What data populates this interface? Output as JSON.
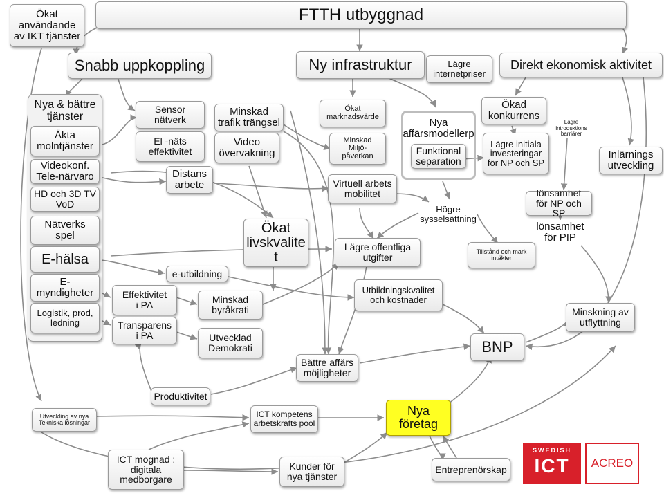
{
  "title": "FTTH utbyggnad",
  "nodes": {
    "okat_anvandande": "Ökat\nanvändande\nav IKT tjänster",
    "snabb_uppkoppling": "Snabb uppkoppling",
    "ny_infrastruktur": "Ny infrastruktur",
    "lagre_internetpriser": "Lägre\ninternetpriser",
    "direkt_ekonomisk": "Direkt ekonomisk aktivitet",
    "nya_battre_tjanster": "Nya & bättre\ntjänster",
    "akta_molntjanster": "Äkta\nmolntjänster",
    "videokonf": "Videokonf.\nTele-närvaro",
    "hd_3d_tv": "HD och 3D TV\nVoD",
    "natverks_spel": "Nätverks\nspel",
    "e_halsa": "E-hälsa",
    "e_myndigheter": "E-\nmyndigheter",
    "logistik": "Logistik, prod,\nledning",
    "sensor_natet": "Sensor\nnätverk",
    "el_nats": "El -näts\neffektivitet",
    "distans_arbete": "Distans\narbete",
    "minskad_trafik": "Minskad\ntrafik trängsel",
    "video_overvakning": "Video\növervakning",
    "okat_livskvalitet": "Ökat\nlivskvalite\nt",
    "e_utbildning": "e-utbildning",
    "effektivitet_pa": "Effektivitet\ni PA",
    "transparens_pa": "Transparens\ni PA",
    "minskad_byrakrati": "Minskad\nbyråkrati",
    "utvecklad_demokrati": "Utvecklad\nDemokrati",
    "okat_marknadsvarde": "Ökat\nmarknadsvärde",
    "minskad_miljo": "Minskad\nMiljö-\npåverkan",
    "virtuell_arbets": "Virtuell arbets\nmobilitet",
    "lagre_offentliga": "Lägre offentliga\nutgifter",
    "utbildningskvalitet": "Utbildningskvalitet\noch kostnader",
    "battre_affars": "Bättre affärs\nmöjligheter",
    "nya_affarsmodeller": "Nya\naffärsmodellerp",
    "funktional_separation": "Funktional\nseparation",
    "hogre_sysselsattning": "Högre\nsysselsättning",
    "okad_konkurrens": "Ökad\nkonkurrens",
    "lagre_initiala": "Lägre initiala\ninvesteringar\nför NP och SP",
    "lagre_introduktions": "Lägre\nintroduktions\nbarriärer",
    "lonsamhet_np_sp": "lönsamhet\nför NP och SP",
    "lonsamhet_pip": "lönsamhet\nför PIP",
    "tillstand": "Tillstånd och mark\nintäkter",
    "inlarnings": "Inlärnings\nutveckling",
    "minskning_utflyttning": "Minskning av\nutflyttning",
    "bnp": "BNP",
    "produktivitet": "Produktivitet",
    "utveckling_tekniska": "Utveckling av  nya\nTekniska lösningar",
    "ict_kompetens": "ICT kompetens\narbetskrafts pool",
    "nya_foretag": "Nya\nföretag",
    "ict_mognad": "ICT mognad :\ndigitala\nmedborgare",
    "kunder_tjanster": "Kunder för\nnya tjänster",
    "entreprenorskap": "Entreprenörskap"
  },
  "logos": {
    "swedish": "SWEDISH",
    "ict": "ICT",
    "acreo": "ACREO"
  },
  "colors": {
    "highlight": "#ffff22",
    "brand_red": "#d8202a",
    "edge": "#8c8c8c"
  }
}
